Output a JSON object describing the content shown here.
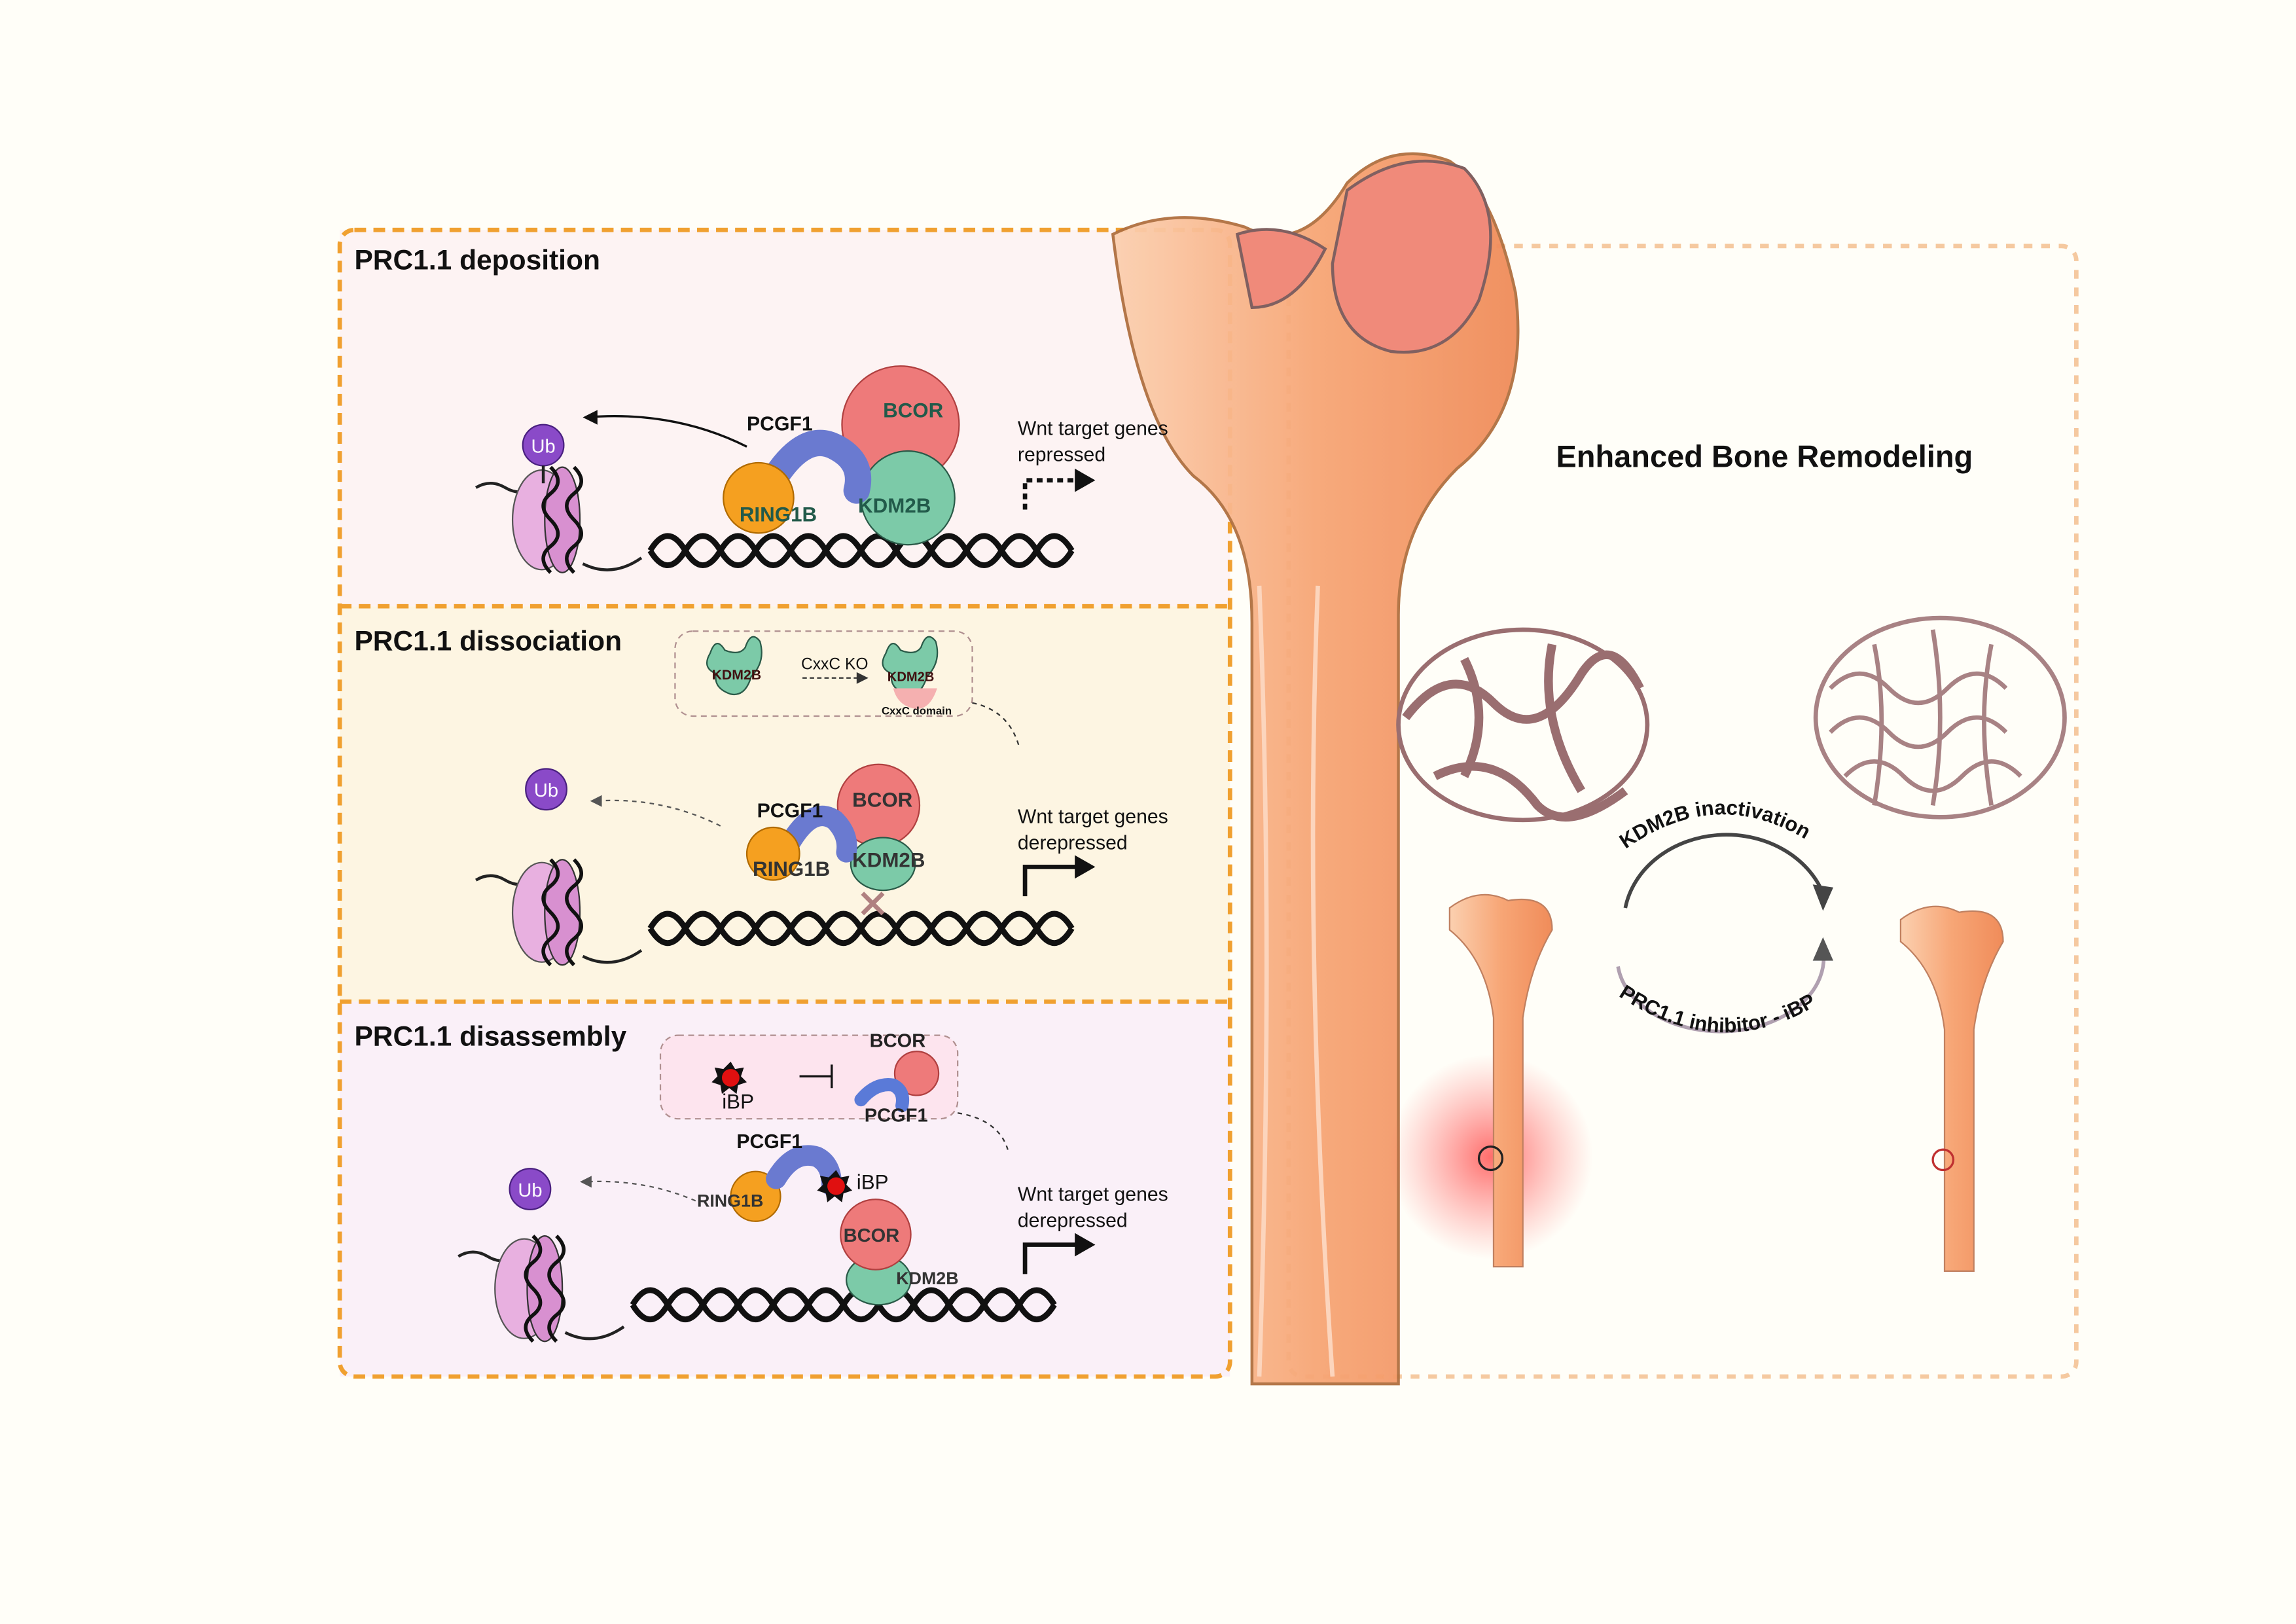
{
  "panels": [
    {
      "title": "PRC1.1 deposition",
      "ub": "Ub",
      "pcgf1": "PCGF1",
      "bcor": "BCOR",
      "ring1b": "RING1B",
      "kdm2b": "KDM2B",
      "wnt": "Wnt target genes",
      "state": "repressed"
    },
    {
      "title": "PRC1.1 dissociation",
      "ub": "Ub",
      "pcgf1": "PCGF1",
      "bcor": "BCOR",
      "ring1b": "RING1B",
      "kdm2b": "KDM2B",
      "wnt": "Wnt target genes",
      "state": "derepressed",
      "inset": {
        "kdm2b_a": "KDM2B",
        "arrow": "CxxC KO",
        "kdm2b_b": "KDM2B",
        "domain": "CxxC domain"
      }
    },
    {
      "title": "PRC1.1 disassembly",
      "ub": "Ub",
      "pcgf1": "PCGF1",
      "bcor": "BCOR",
      "ring1b": "RING1B",
      "kdm2b": "KDM2B",
      "ibp": "iBP",
      "wnt": "Wnt target genes",
      "state": "derepressed",
      "inset": {
        "ibp": "iBP",
        "bcor": "BCOR",
        "pcgf1": "PCGF1"
      }
    }
  ],
  "right": {
    "title": "Enhanced Bone Remodeling",
    "top_arrow": "KDM2B inactivation",
    "bottom_arrow": "PRC1.1 inhibitor - iBP"
  },
  "colors": {
    "panel_border": "#f0a030",
    "right_border": "#f5c9a0",
    "bone": "#f5a070",
    "bcor": "#ee7a7a",
    "pcgf1": "#6a7ad0",
    "ring1b": "#f5a020",
    "kdm2b": "#7ccaa8",
    "ub": "#8a4ac8"
  }
}
